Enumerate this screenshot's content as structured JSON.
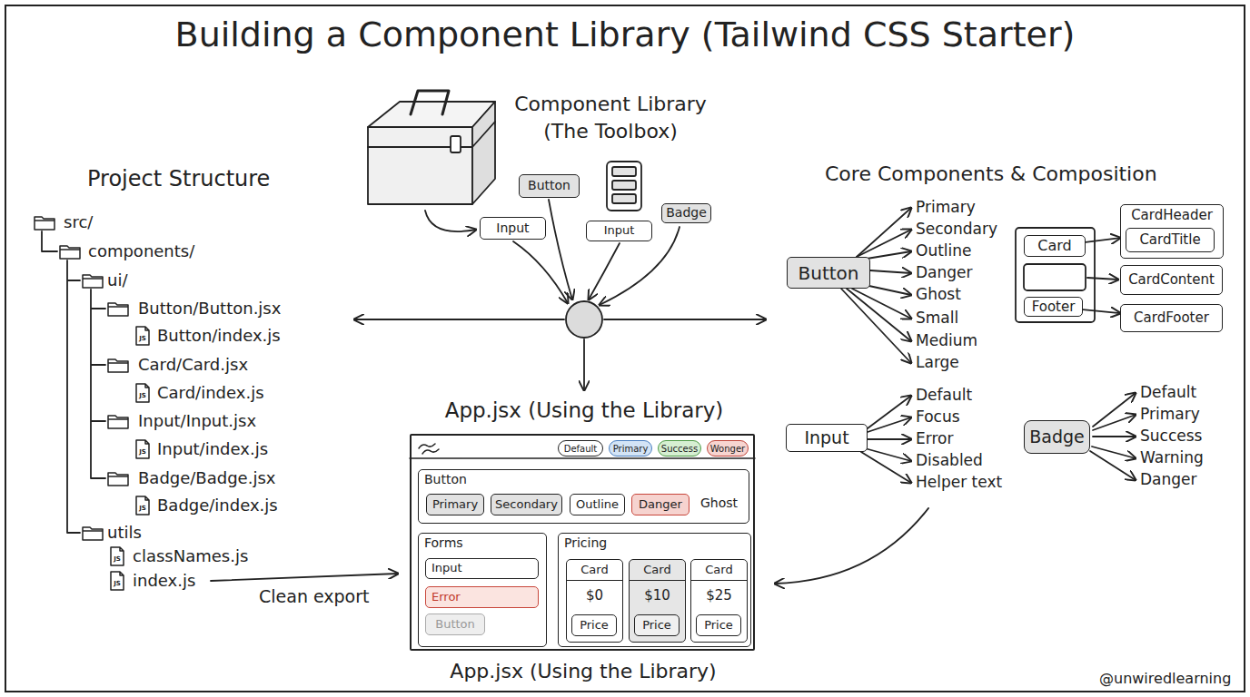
{
  "diagram": {
    "title": "Building a Component Library (Tailwind CSS Starter)",
    "nodes": [
      {
        "text": [
          "Button"
        ]
      },
      {
        "text": [
          "Input"
        ]
      },
      {
        "text": [
          "Input"
        ]
      },
      {
        "text": [
          "Badge"
        ]
      },
      {
        "text": [
          "App.jsx (Using the Library)"
        ]
      },
      {
        "text": [
          "Default"
        ],
        "in": 4
      },
      {
        "text": [
          "Primary"
        ],
        "in": 4
      },
      {
        "text": [
          "Success"
        ],
        "in": 4
      },
      {
        "text": [
          "Wonger"
        ],
        "in": 4
      },
      {
        "text": [
          "Button",
          "Ghost"
        ],
        "in": 4
      },
      {
        "text": [
          "Primary"
        ],
        "in": 9
      },
      {
        "text": [
          "Secondary"
        ],
        "in": 9
      },
      {
        "text": [
          "Outline"
        ],
        "in": 9
      },
      {
        "text": [
          "Danger"
        ],
        "in": 9
      },
      {
        "text": [
          "Forms"
        ],
        "in": 4
      },
      {
        "text": [
          "Input"
        ],
        "in": 14
      },
      {
        "text": [
          "Error"
        ],
        "in": 14
      },
      {
        "text": [
          "Button"
        ],
        "in": 14
      },
      {
        "text": [
          "Pricing"
        ],
        "in": 4
      },
      {
        "text": [
          "Card",
          "$0"
        ],
        "in": 18
      },
      {
        "text": [
          "Price"
        ],
        "in": 19
      },
      {
        "text": [
          "Card",
          "$10"
        ],
        "in": 18
      },
      {
        "text": [
          "Price"
        ],
        "in": 21
      },
      {
        "text": [
          "Card",
          "$25"
        ],
        "in": 18
      },
      {
        "text": [
          "Price"
        ],
        "in": 23
      },
      {
        "text": [
          "Button"
        ]
      },
      {
        "text": [
          "Card"
        ]
      },
      {
        "text": [
          "Footer"
        ]
      },
      {
        "text": [
          "CardHeader"
        ]
      },
      {
        "text": [
          "CardTitle"
        ],
        "in": 28
      },
      {
        "text": [
          "CardContent"
        ]
      },
      {
        "text": [
          "CardFooter"
        ]
      },
      {
        "text": [
          "Input"
        ]
      },
      {
        "text": [
          "Badge"
        ]
      }
    ],
    "edges": [
      {
        "from": 26,
        "to": 28,
        "arrow": "to"
      },
      {
        "from": 27,
        "to": 31,
        "arrow": "to"
      }
    ],
    "labels": [
      "Component Library (The Toolbox)",
      "Project Structure",
      "src/",
      "components/",
      "ui/",
      "Button/Button.jsx",
      "JS",
      "Button/index.js",
      "Card/Card.jsx",
      "JS",
      "Card/index.js",
      "Input/Input.jsx",
      "JS",
      "Input/index.js",
      "Badge/Badge.jsx",
      "JS",
      "Badge/index.js",
      "utils",
      "JS",
      "classNames.js",
      "JS",
      "index.js",
      "Clean export",
      "App.jsx (Using the Library)",
      "Core Components & Composition",
      "Primary",
      "Secondary",
      "Outline",
      "Danger",
      "Ghost",
      "Small",
      "Medium",
      "Large",
      "Default",
      "Focus",
      "Error",
      "Disabled",
      "Helper text",
      "Default",
      "Primary",
      "Success",
      "Warning",
      "Danger",
      "@unwiredlearning"
    ]
  }
}
